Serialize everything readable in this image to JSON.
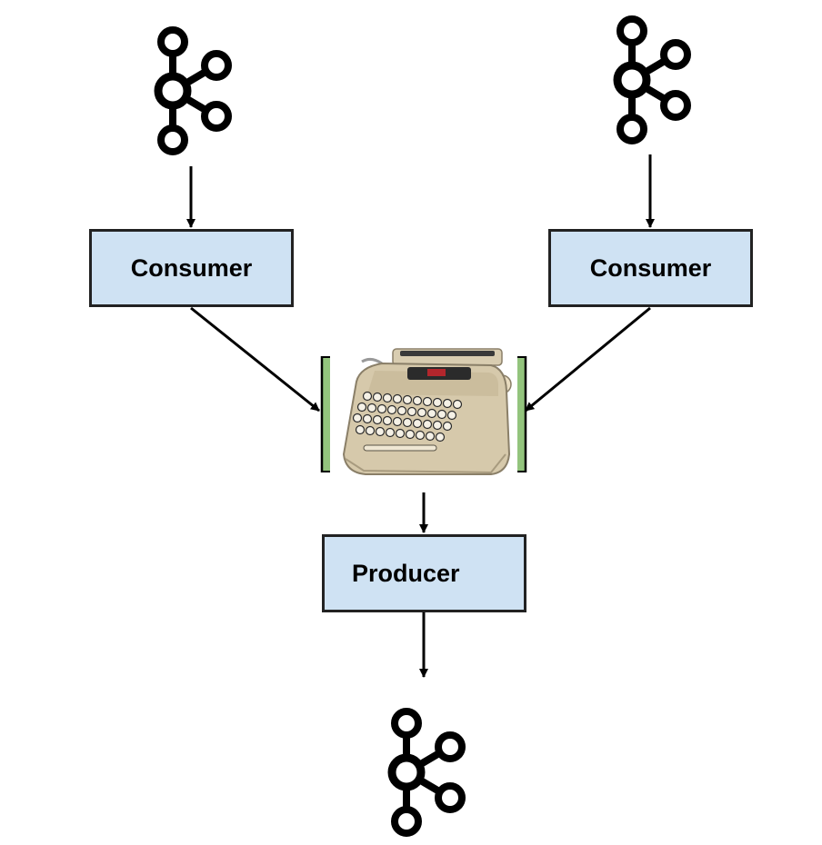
{
  "colors": {
    "box_fill": "#cfe2f3",
    "box_border": "#222222",
    "bracket": "#93c47d",
    "line": "#000000"
  },
  "nodes": {
    "consumer_left": {
      "label": "Consumer"
    },
    "consumer_right": {
      "label": "Consumer"
    },
    "producer": {
      "label": "Producer"
    }
  },
  "icons": {
    "kafka_left": "kafka-logo-icon",
    "kafka_right": "kafka-logo-icon",
    "kafka_bottom": "kafka-logo-icon",
    "processor": "typewriter-icon"
  },
  "edges": [
    {
      "from": "kafka_left",
      "to": "consumer_left"
    },
    {
      "from": "kafka_right",
      "to": "consumer_right"
    },
    {
      "from": "consumer_left",
      "to": "processor"
    },
    {
      "from": "consumer_right",
      "to": "processor"
    },
    {
      "from": "processor",
      "to": "producer"
    },
    {
      "from": "producer",
      "to": "kafka_bottom"
    }
  ]
}
